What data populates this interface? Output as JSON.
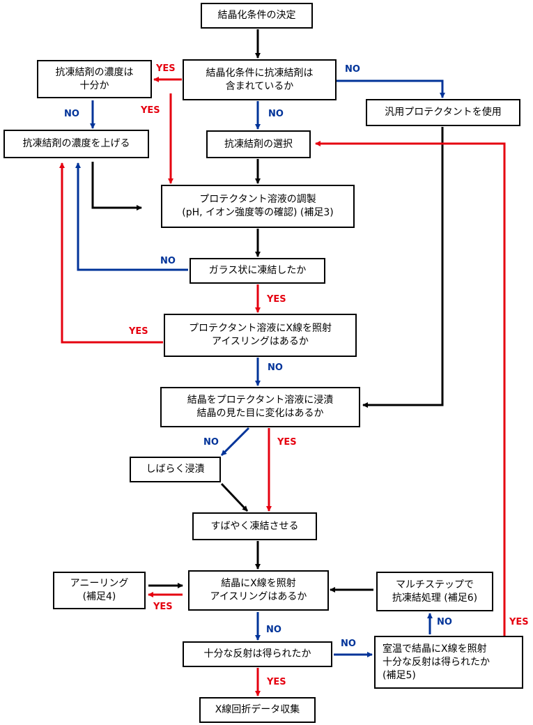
{
  "nodes": {
    "decide": "結晶化条件の決定",
    "contains": "結晶化条件に抗凍結剤は\n含まれているか",
    "enough": "抗凍結剤の濃度は\n十分か",
    "raise": "抗凍結剤の濃度を上げる",
    "select": "抗凍結剤の選択",
    "general": "汎用プロテクタントを使用",
    "prepare": "プロテクタント溶液の調製\n(pH, イオン強度等の確認) (補足3)",
    "glass": "ガラス状に凍結したか",
    "xray_sol": "プロテクタント溶液にX線を照射\nアイスリングはあるか",
    "soak": "結晶をプロテクタント溶液に浸漬\n結晶の見た目に変化はあるか",
    "soak_more": "しばらく浸漬",
    "freeze": "すばやく凍結させる",
    "anneal": "アニーリング\n(補足4)",
    "xray_crys": "結晶にX線を照射\nアイスリングはあるか",
    "multistep": "マルチステップで\n抗凍結処理 (補足6)",
    "reflect": "十分な反射は得られたか",
    "roomtemp": "室温で結晶にX線を照射\n十分な反射は得られたか\n(補足5)",
    "collect": "X線回折データ収集"
  },
  "labels": {
    "yes": "YES",
    "no": "NO"
  },
  "colors": {
    "yes": "#e5000f",
    "no": "#003399",
    "neutral": "#000000"
  }
}
